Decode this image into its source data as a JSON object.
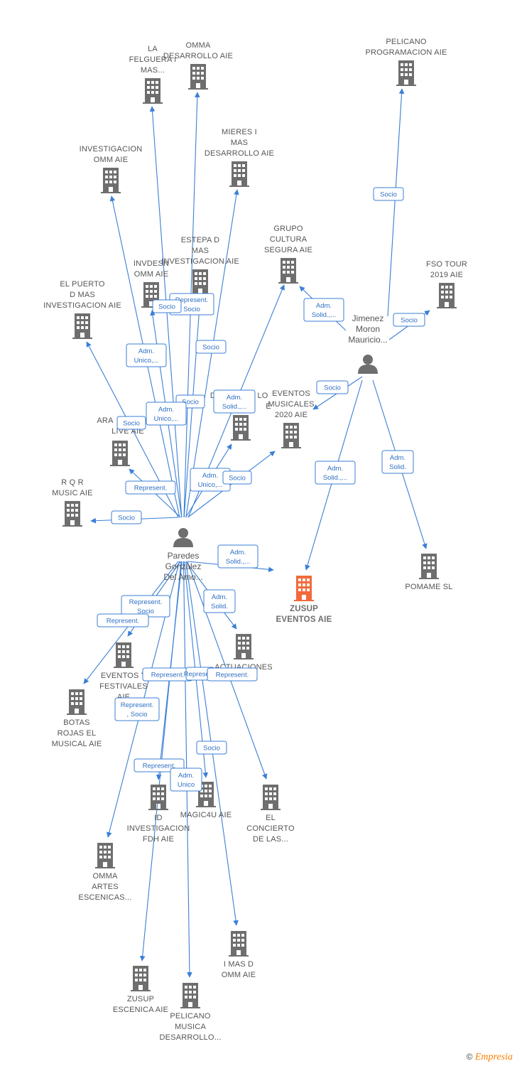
{
  "colors": {
    "edge": "#3b7fd6",
    "building": "#6e6e6e",
    "focus": "#f26a3b",
    "person": "#6e6e6e"
  },
  "companies": [
    {
      "id": "la_felguera",
      "lines": [
        "LA",
        "FELGUERA I",
        "MAS..."
      ]
    },
    {
      "id": "omma_des",
      "lines": [
        "OMMA",
        "DESARROLLO AIE"
      ]
    },
    {
      "id": "pelicano_prog",
      "lines": [
        "PELICANO",
        "PROGRAMACION AIE"
      ]
    },
    {
      "id": "invest_omm",
      "lines": [
        "INVESTIGACION",
        "OMM AIE"
      ]
    },
    {
      "id": "mieres",
      "lines": [
        "MIERES I",
        "MAS",
        "DESARROLLO AIE"
      ]
    },
    {
      "id": "grupo_cultura",
      "lines": [
        "GRUPO",
        "CULTURA",
        "SEGURA AIE"
      ]
    },
    {
      "id": "estepa",
      "lines": [
        "ESTEPA D",
        "MAS",
        "INVESTIGACION AIE"
      ]
    },
    {
      "id": "invdesn",
      "lines": [
        "INVDESN",
        "OMM AIE"
      ]
    },
    {
      "id": "el_puerto",
      "lines": [
        "EL PUERTO",
        "D MAS",
        "INVESTIGACION AIE"
      ]
    },
    {
      "id": "fso_tour",
      "lines": [
        "FSO TOUR",
        "2019 AIE"
      ]
    },
    {
      "id": "d_desarrollo",
      "lines": [
        "D",
        "LO",
        "E"
      ]
    },
    {
      "id": "eventos_musicales",
      "lines": [
        "EVENTOS",
        "MUSICALES",
        "2020 AIE"
      ]
    },
    {
      "id": "ara_live",
      "lines": [
        "ARA",
        "LIVE AIE"
      ]
    },
    {
      "id": "rqr",
      "lines": [
        "R Q R",
        "MUSIC AIE"
      ]
    },
    {
      "id": "zusup_eventos",
      "lines": [
        "ZUSUP",
        "EVENTOS AIE"
      ],
      "focus": true
    },
    {
      "id": "pomame",
      "lines": [
        "POMAME  SL"
      ]
    },
    {
      "id": "eventos_festivales",
      "lines": [
        "EVENTOS Y",
        "FESTIVALES",
        "AIE"
      ]
    },
    {
      "id": "actuaciones",
      "lines": [
        "ACTUACIONES",
        "AIE"
      ]
    },
    {
      "id": "botas_rojas",
      "lines": [
        "BOTAS",
        "ROJAS EL",
        "MUSICAL AIE"
      ]
    },
    {
      "id": "id_invest_fdh",
      "lines": [
        "ID",
        "INVESTIGACION",
        "FDH  AIE"
      ]
    },
    {
      "id": "magic4u",
      "lines": [
        "MAGIC4U AIE"
      ]
    },
    {
      "id": "el_concierto",
      "lines": [
        "EL",
        "CONCIERTO",
        "DE LAS..."
      ]
    },
    {
      "id": "omma_artes",
      "lines": [
        "OMMA",
        "ARTES",
        "ESCENICAS..."
      ]
    },
    {
      "id": "i_mas_d",
      "lines": [
        "I MAS D",
        "OMM AIE"
      ]
    },
    {
      "id": "zusup_escenica",
      "lines": [
        "ZUSUP",
        "ESCENICA AIE"
      ]
    },
    {
      "id": "pelicano_musica",
      "lines": [
        "PELICANO",
        "MUSICA",
        "DESARROLLO..."
      ]
    }
  ],
  "persons": [
    {
      "id": "paredes",
      "lines": [
        "Paredes",
        "Gonzalez",
        "Del Amo..."
      ]
    },
    {
      "id": "jimenez",
      "lines": [
        "Jimenez",
        "Moron",
        "Mauricio..."
      ]
    }
  ],
  "relations": [
    {
      "id": "r1",
      "lines": [
        "Socio"
      ]
    },
    {
      "id": "r2",
      "lines": [
        "Adm.",
        "Solid.,..."
      ]
    },
    {
      "id": "r3",
      "lines": [
        "Socio"
      ]
    },
    {
      "id": "r4",
      "lines": [
        "Socio"
      ]
    },
    {
      "id": "r5",
      "lines": [
        "Adm.",
        "Solid.,..."
      ]
    },
    {
      "id": "r6",
      "lines": [
        "Adm.",
        "Solid."
      ]
    },
    {
      "id": "r7",
      "lines": [
        "Represent.",
        "Socio"
      ]
    },
    {
      "id": "r8",
      "lines": [
        "Socio"
      ]
    },
    {
      "id": "r9",
      "lines": [
        "Adm.",
        "Unico,..."
      ]
    },
    {
      "id": "r10",
      "lines": [
        "Socio"
      ]
    },
    {
      "id": "r11",
      "lines": [
        "Socio"
      ]
    },
    {
      "id": "r12",
      "lines": [
        "Adm.",
        "Solid.,..."
      ]
    },
    {
      "id": "r13",
      "lines": [
        "Adm.",
        "Unico,..."
      ]
    },
    {
      "id": "r14",
      "lines": [
        "Socio"
      ]
    },
    {
      "id": "r15",
      "lines": [
        "Represent."
      ]
    },
    {
      "id": "r16",
      "lines": [
        "Adm.",
        "Unico,..."
      ]
    },
    {
      "id": "r17",
      "lines": [
        "Socio"
      ]
    },
    {
      "id": "r18",
      "lines": [
        "Socio"
      ]
    },
    {
      "id": "r19",
      "lines": [
        "Adm.",
        "Solid.,..."
      ]
    },
    {
      "id": "r20",
      "lines": [
        "Adm.",
        "Solid."
      ]
    },
    {
      "id": "r21",
      "lines": [
        "Represent.",
        "Socio"
      ]
    },
    {
      "id": "r22",
      "lines": [
        "Represent."
      ]
    },
    {
      "id": "r23",
      "lines": [
        "Represent."
      ]
    },
    {
      "id": "r24",
      "lines": [
        "Represent."
      ]
    },
    {
      "id": "r25",
      "lines": [
        "Represent."
      ]
    },
    {
      "id": "r26",
      "lines": [
        "Represent.",
        ", Socio"
      ]
    },
    {
      "id": "r27",
      "lines": [
        "Socio"
      ]
    },
    {
      "id": "r28",
      "lines": [
        "Represent."
      ]
    },
    {
      "id": "r29",
      "lines": [
        "Adm.",
        "Unico"
      ]
    }
  ],
  "footer": {
    "copyright": "©",
    "brand": "Empresia"
  }
}
